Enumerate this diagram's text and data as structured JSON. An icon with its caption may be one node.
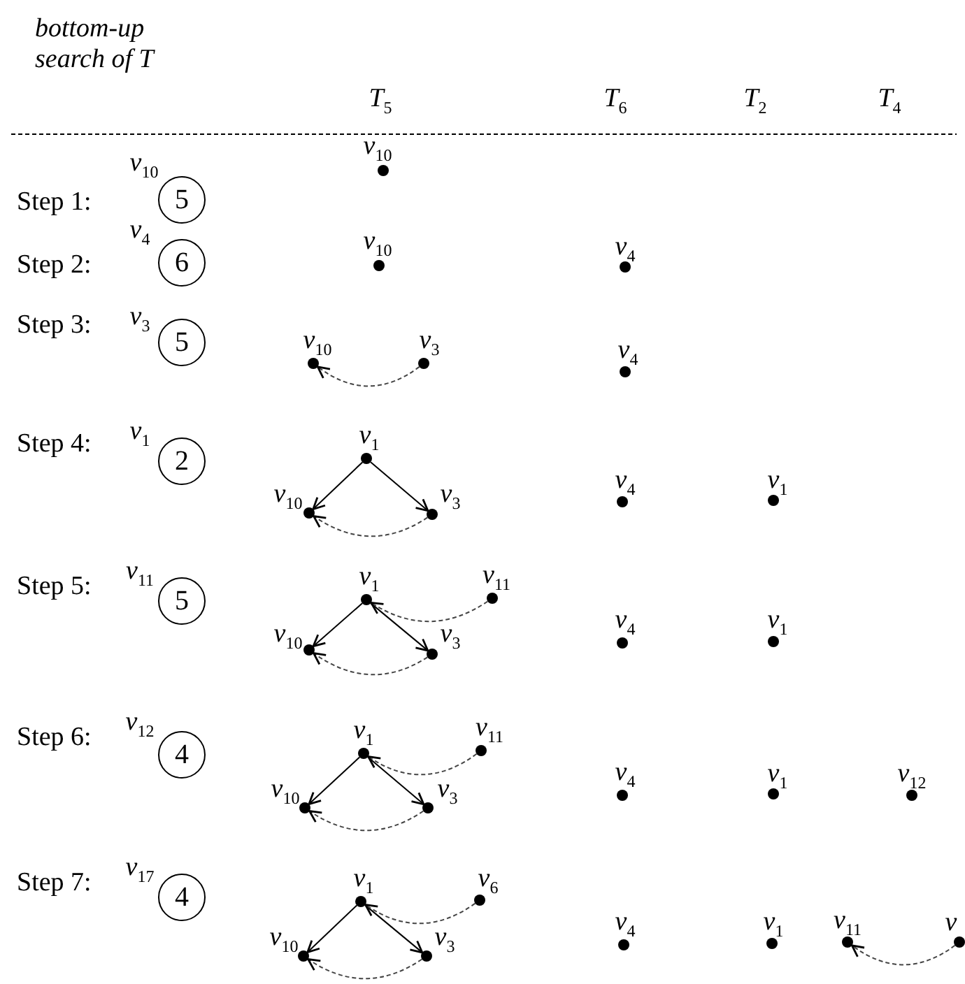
{
  "diagram": {
    "nodes": [
      {
        "text": [
          "5"
        ],
        "beside": [
          "*v*$_{10}$"
        ]
      },
      {
        "text": [],
        "shape": "circle",
        "beside": [
          "*v*$_{10}$"
        ]
      },
      {
        "text": [
          "6"
        ],
        "beside": [
          "*v*$_{4}$"
        ]
      },
      {
        "text": [],
        "shape": "circle",
        "beside": [
          "*v*$_{10}$"
        ]
      },
      {
        "text": [],
        "shape": "circle",
        "beside": [
          "*v*$_{4}$"
        ]
      },
      {
        "text": [
          "5"
        ],
        "beside": [
          "*v*$_{3}$"
        ]
      },
      {
        "text": [],
        "shape": "circle",
        "beside": [
          "*v*$_{10}$"
        ]
      },
      {
        "text": [],
        "shape": "circle",
        "beside": [
          "*v*$_{3}$"
        ]
      },
      {
        "text": [],
        "shape": "circle",
        "beside": [
          "*v*$_{4}$"
        ]
      },
      {
        "text": [
          "2"
        ],
        "beside": [
          "*v*$_{1}$"
        ]
      },
      {
        "text": [],
        "shape": "circle",
        "beside": [
          "*v*$_{1}$"
        ]
      },
      {
        "text": [],
        "shape": "circle",
        "beside": [
          "*v*$_{10}$"
        ]
      },
      {
        "text": [],
        "shape": "circle",
        "beside": [
          "*v*$_{3}$"
        ]
      },
      {
        "text": [],
        "shape": "circle",
        "beside": [
          "*v*$_{4}$"
        ]
      },
      {
        "text": [],
        "shape": "circle",
        "beside": [
          "*v*$_{1}$"
        ]
      },
      {
        "text": [
          "5"
        ],
        "beside": [
          "*v*$_{11}$"
        ]
      },
      {
        "text": [],
        "shape": "circle",
        "beside": [
          "*v*$_{1}$"
        ]
      },
      {
        "text": [],
        "shape": "circle",
        "beside": [
          "*v*$_{11}$"
        ]
      },
      {
        "text": [],
        "shape": "circle",
        "beside": [
          "*v*$_{10}$"
        ]
      },
      {
        "text": [],
        "shape": "circle",
        "beside": [
          "*v*$_{3}$"
        ]
      },
      {
        "text": [],
        "shape": "circle",
        "beside": [
          "*v*$_{4}$"
        ]
      },
      {
        "text": [],
        "shape": "circle",
        "beside": [
          "*v*$_{1}$"
        ]
      },
      {
        "text": [
          "4"
        ],
        "beside": [
          "*v*$_{12}$"
        ]
      },
      {
        "text": [],
        "shape": "circle",
        "beside": [
          "*v*$_{1}$"
        ]
      },
      {
        "text": [],
        "shape": "circle",
        "beside": [
          "*v*$_{11}$"
        ]
      },
      {
        "text": [],
        "shape": "circle",
        "beside": [
          "*v*$_{10}$"
        ]
      },
      {
        "text": [],
        "shape": "circle",
        "beside": [
          "*v*$_{3}$"
        ]
      },
      {
        "text": [],
        "shape": "circle",
        "beside": [
          "*v*$_{4}$"
        ]
      },
      {
        "text": [],
        "shape": "circle",
        "beside": [
          "*v*$_{1}$"
        ]
      },
      {
        "text": [],
        "shape": "circle",
        "beside": [
          "*v*$_{12}$"
        ]
      },
      {
        "text": [
          "4"
        ],
        "beside": [
          "*v*$_{17}$"
        ]
      },
      {
        "text": [],
        "shape": "circle",
        "beside": [
          "*v*$_{1}$"
        ]
      },
      {
        "text": [],
        "shape": "circle",
        "beside": [
          "*v*$_{6}$"
        ]
      },
      {
        "text": [],
        "shape": "circle",
        "beside": [
          "*v*$_{10}$"
        ]
      },
      {
        "text": [],
        "shape": "circle",
        "beside": [
          "*v*$_{3}$"
        ]
      },
      {
        "text": [],
        "shape": "circle",
        "beside": [
          "*v*$_{4}$"
        ]
      },
      {
        "text": [],
        "shape": "circle",
        "beside": [
          "*v*$_{1}$"
        ]
      },
      {
        "text": [],
        "shape": "circle",
        "beside": [
          "*v*$_{11}$"
        ]
      },
      {
        "text": [],
        "shape": "circle",
        "beside": [
          "*v*"
        ]
      }
    ],
    "edges": [
      {
        "from": 7,
        "to": 6,
        "arrow": "to",
        "style": "dashed"
      },
      {
        "from": 10,
        "to": 11,
        "arrow": "to"
      },
      {
        "from": 10,
        "to": 12,
        "arrow": "to"
      },
      {
        "from": 12,
        "to": 11,
        "arrow": "to",
        "style": "dashed"
      },
      {
        "from": 16,
        "to": 18,
        "arrow": "to"
      },
      {
        "from": 16,
        "to": 19,
        "arrow": "to"
      },
      {
        "from": 17,
        "to": 16,
        "arrow": "to",
        "style": "dashed"
      },
      {
        "from": 19,
        "to": 18,
        "arrow": "to",
        "style": "dashed"
      },
      {
        "from": 23,
        "to": 25,
        "arrow": "to"
      },
      {
        "from": 23,
        "to": 26,
        "arrow": "to"
      },
      {
        "from": 24,
        "to": 23,
        "arrow": "to",
        "style": "dashed"
      },
      {
        "from": 26,
        "to": 25,
        "arrow": "to",
        "style": "dashed"
      },
      {
        "from": 31,
        "to": 33,
        "arrow": "to"
      },
      {
        "from": 31,
        "to": 34,
        "arrow": "to"
      },
      {
        "from": 32,
        "to": 31,
        "arrow": "to",
        "style": "dashed"
      },
      {
        "from": 34,
        "to": 33,
        "arrow": "to",
        "style": "dashed"
      },
      {
        "from": 38,
        "to": 37,
        "arrow": "to",
        "style": "dashed"
      }
    ],
    "labels": [
      "bottom-up search of T",
      "*T*$_{5}$",
      "*T*$_{6}$",
      "*T*$_{2}$",
      "*T*$_{4}$",
      "Step 1:",
      "Step 2:",
      "Step 3:",
      "Step 4:",
      "Step 5:",
      "Step 6:",
      "Step 7:"
    ]
  }
}
